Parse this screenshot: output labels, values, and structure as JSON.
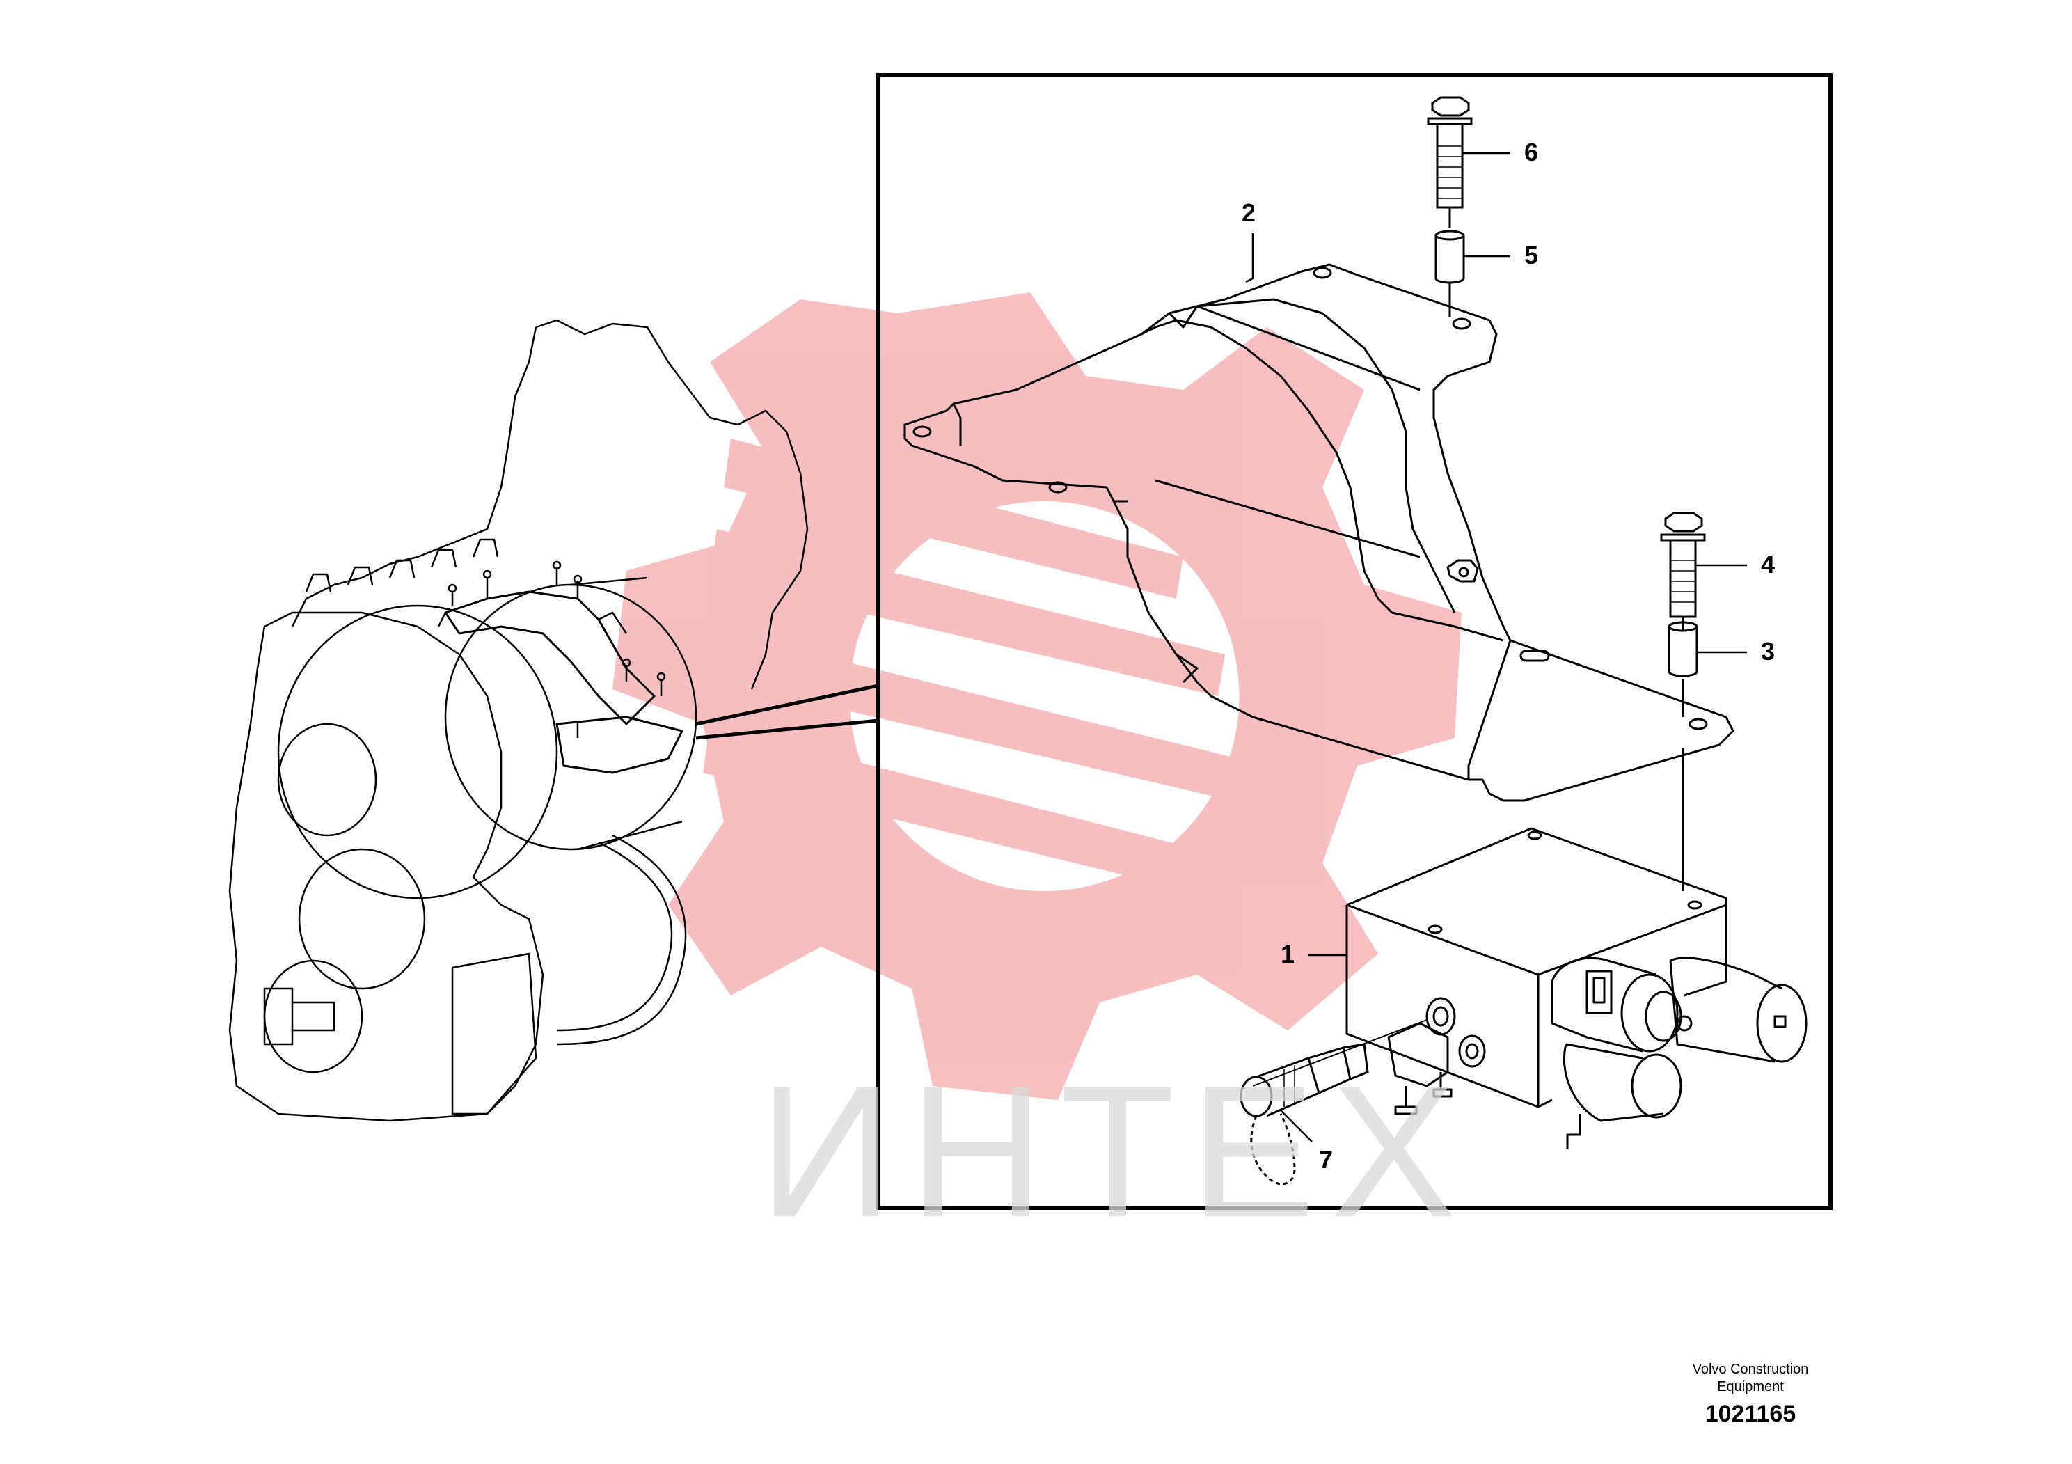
{
  "watermark": {
    "text": "ИНТЕХ",
    "logo_color": "#f08a8a",
    "text_color": "#d9d9d9"
  },
  "callouts": [
    {
      "number": "1",
      "part": "valve-block"
    },
    {
      "number": "2",
      "part": "mounting-bracket"
    },
    {
      "number": "3",
      "part": "spacer-sleeve"
    },
    {
      "number": "4",
      "part": "flange-bolt"
    },
    {
      "number": "5",
      "part": "spacer-sleeve"
    },
    {
      "number": "6",
      "part": "flange-bolt"
    },
    {
      "number": "7",
      "part": "test-coupling-with-cap"
    }
  ],
  "footer": {
    "company_line1": "Volvo Construction",
    "company_line2": "Equipment",
    "illustration_number": "1021165"
  },
  "colors": {
    "line": "#000000",
    "background": "#ffffff"
  }
}
